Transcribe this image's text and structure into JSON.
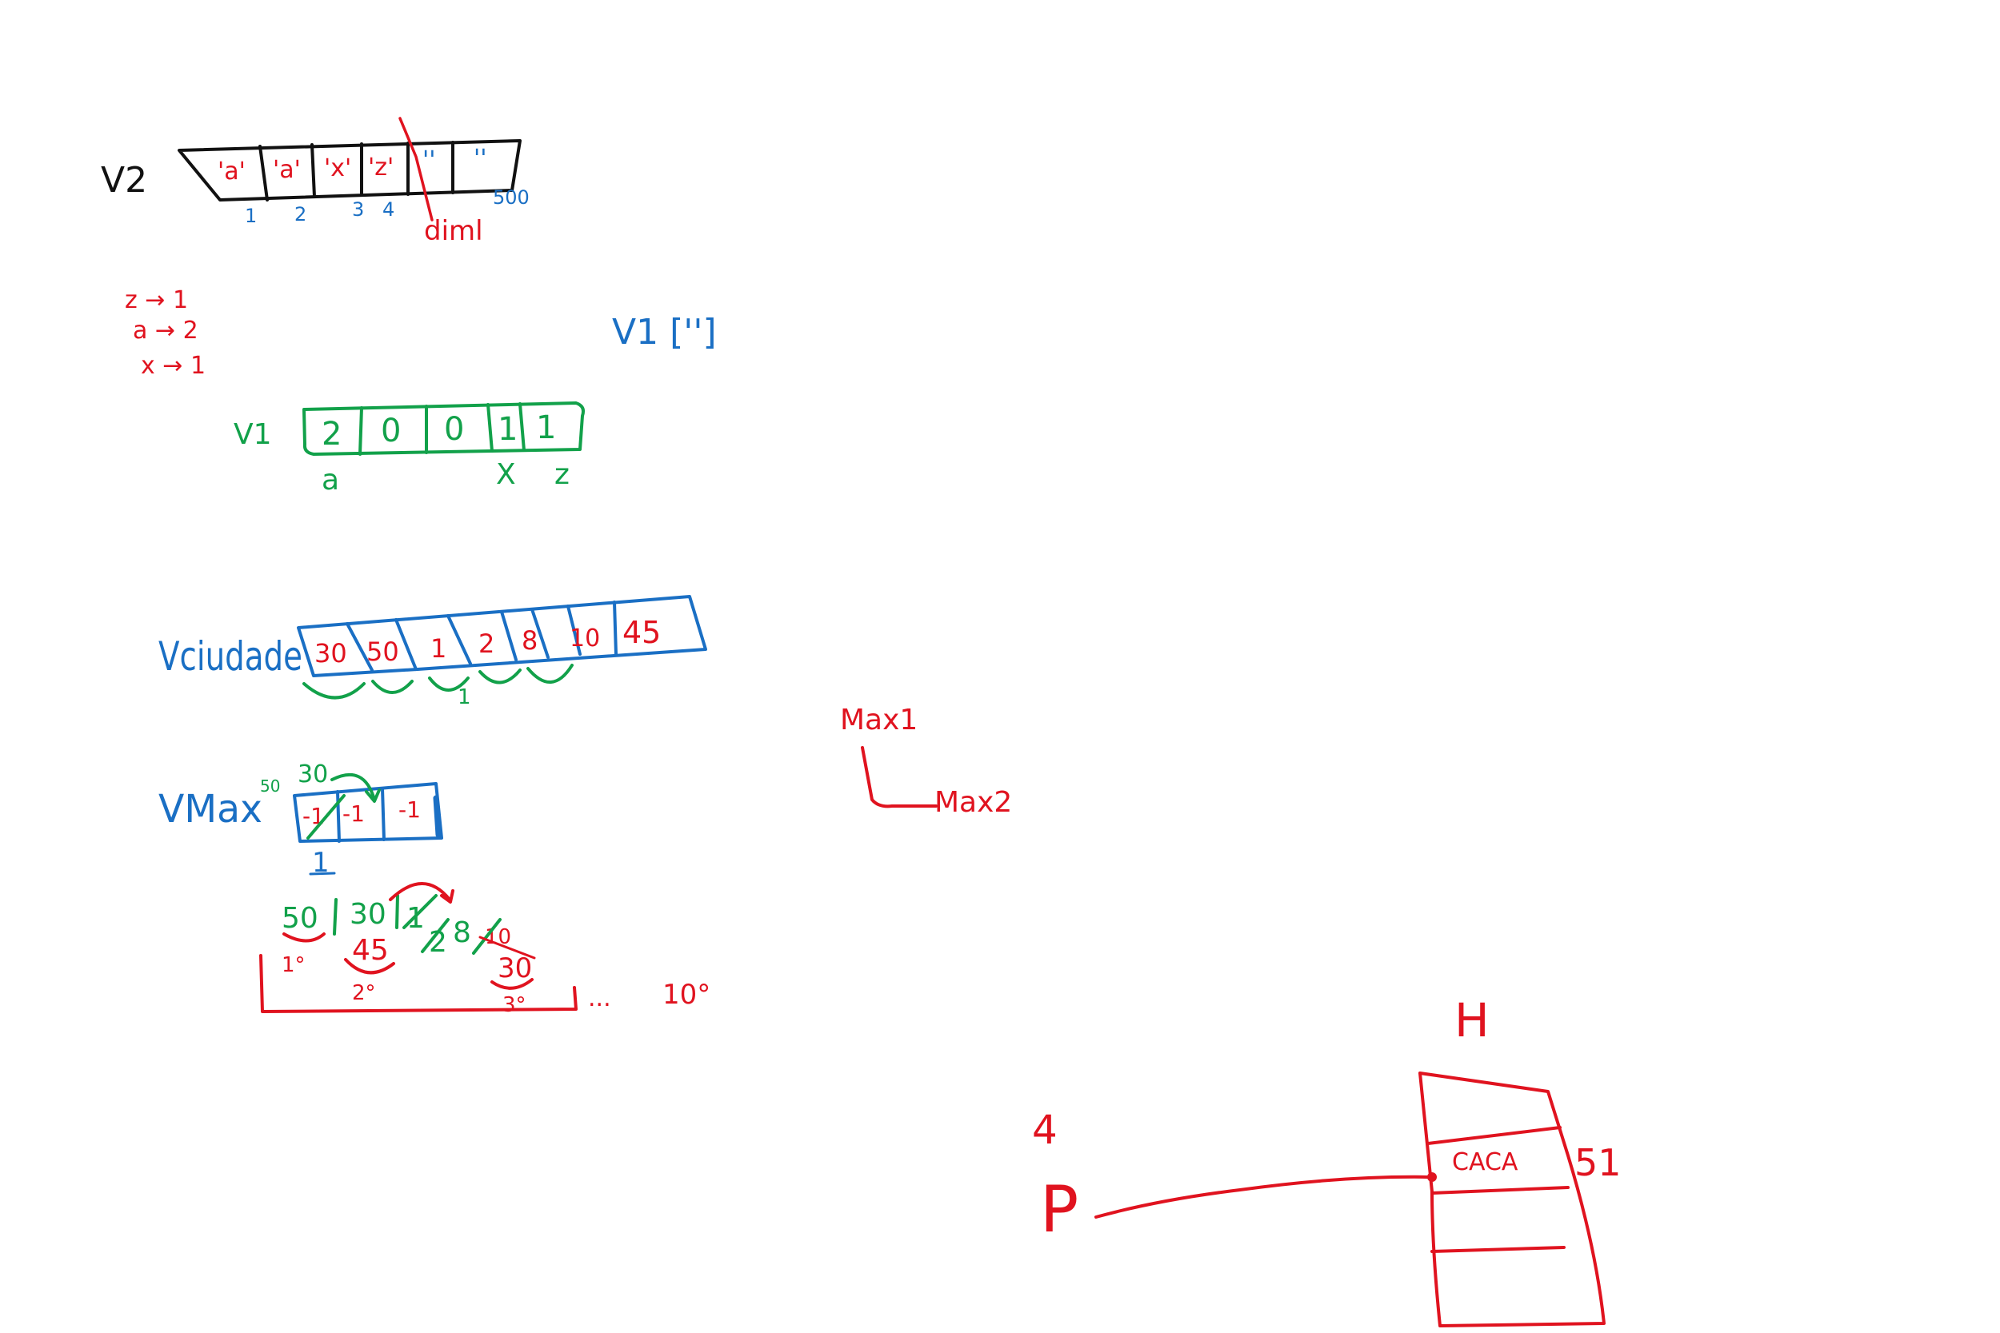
{
  "colors": {
    "black": "#111111",
    "red": "#e0131f",
    "blue": "#1a6fc4",
    "green": "#12a14a"
  },
  "v2": {
    "label": "V2",
    "cells": [
      "'a'",
      "'a'",
      "'x'",
      "'z'",
      "''",
      "''"
    ],
    "indices": [
      "1",
      "2",
      "3",
      "4"
    ],
    "end_index": "500",
    "diml_label": "diml"
  },
  "mapping": {
    "lines": [
      "z → 1",
      "a → 2",
      "x → 1"
    ]
  },
  "v1_decl": "V1 ['']",
  "v1": {
    "label": "V1",
    "cells": [
      "2",
      "0",
      "0",
      "1",
      "1"
    ],
    "below": [
      "a",
      "X",
      "z"
    ]
  },
  "vciudade": {
    "label": "Vciudade",
    "cells": [
      "30",
      "50",
      "1",
      "2",
      "8",
      "10",
      "45"
    ],
    "under_mark": "1"
  },
  "vmax": {
    "label": "VMax",
    "cells": [
      "-1",
      "-1",
      "-1"
    ],
    "above": [
      "50",
      "30"
    ],
    "below": "1"
  },
  "ranking": {
    "top_values": [
      "50",
      "30",
      "1",
      "2",
      "8",
      "10"
    ],
    "mid_values": [
      "45",
      "30"
    ],
    "ranks": [
      "1°",
      "2°",
      "3°"
    ],
    "ellipsis": "...",
    "last_rank": "10°"
  },
  "max_tree": {
    "max1": "Max1",
    "max2": "Max2"
  },
  "pointer": {
    "number": "4",
    "name": "P",
    "heap_label": "H",
    "cell_value": "CACA",
    "address": "51"
  }
}
